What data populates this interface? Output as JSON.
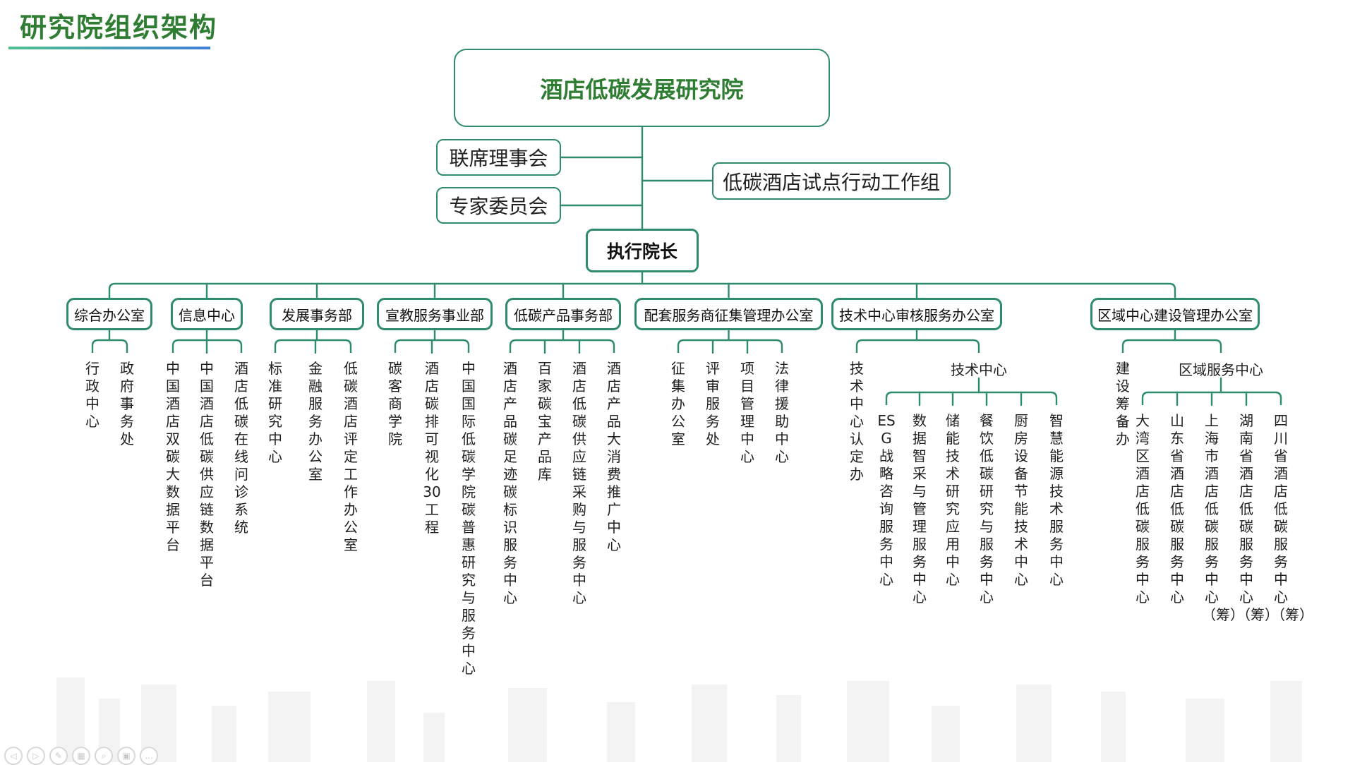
{
  "page": {
    "title": "研究院组织架构"
  },
  "colors": {
    "accent": "#2e8b6f",
    "title": "#2e7d32",
    "line": "#2e8b6f"
  },
  "org": {
    "root": "酒店低碳发展研究院",
    "side_left": [
      "联席理事会",
      "专家委员会"
    ],
    "side_right": "低碳酒店试点行动工作组",
    "exec": "执行院长",
    "departments": [
      {
        "name": "综合办公室",
        "children": [
          "行政中心",
          "政府事务处"
        ]
      },
      {
        "name": "信息中心",
        "children": [
          "中国酒店双碳大数据平台",
          "中国酒店低碳供应链数据平台",
          "酒店低碳在线问诊系统"
        ]
      },
      {
        "name": "发展事务部",
        "children": [
          "标准研究中心",
          "金融服务办公室",
          "低碳酒店评定工作办公室"
        ]
      },
      {
        "name": "宣教服务事业部",
        "children": [
          "碳客商学院",
          "酒店碳排可视化30工程",
          "中国国际低碳学院碳普惠研究与服务中心"
        ]
      },
      {
        "name": "低碳产品事务部",
        "children": [
          "酒店产品碳足迹碳标识服务中心",
          "百家碳宝产品库",
          "酒店低碳供应链采购与服务中心",
          "酒店产品大消费推广中心"
        ]
      },
      {
        "name": "配套服务商征集管理办公室",
        "children": [
          "征集办公室",
          "评审服务处",
          "项目管理中心",
          "法律援助中心"
        ]
      },
      {
        "name": "技术中心审核服务办公室",
        "children": [
          "技术中心认定办"
        ],
        "sub_group": {
          "name": "技术中心",
          "children": [
            "ESG战略咨询服务中心",
            "数据智采与管理服务中心",
            "储能技术研究应用中心",
            "餐饮低碳研究与服务中心",
            "厨房设备节能技术中心",
            "智慧能源技术服务中心"
          ]
        }
      },
      {
        "name": "区域中心建设管理办公室",
        "children": [
          "建设筹备办"
        ],
        "sub_group": {
          "name": "区域服务中心",
          "children": [
            "大湾区酒店低碳服务中心",
            "山东省酒店低碳服务中心",
            "上海市酒店低碳服务中心（筹）",
            "湖南省酒店低碳服务中心（筹）",
            "四川省酒店低碳服务中心（筹）"
          ]
        }
      }
    ]
  },
  "dock_icons": [
    "prev-icon",
    "next-icon",
    "pen-icon",
    "slides-icon",
    "zoom-icon",
    "screen-icon",
    "more-icon"
  ]
}
